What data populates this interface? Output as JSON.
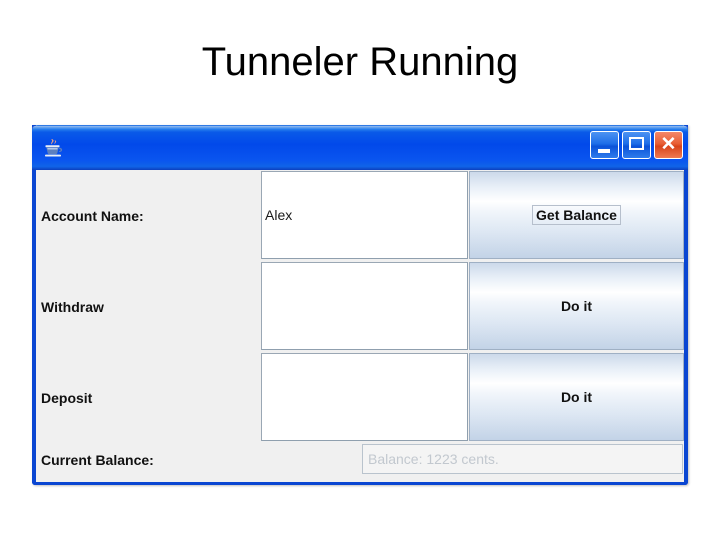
{
  "slide": {
    "title": "Tunneler Running"
  },
  "window": {
    "app_icon": "java-coffee-cup-icon",
    "title": "",
    "controls": [
      {
        "name": "minimize",
        "glyph": "minimize-icon"
      },
      {
        "name": "maximize",
        "glyph": "maximize-icon"
      },
      {
        "name": "close",
        "glyph": "close-icon",
        "label": "✕"
      }
    ],
    "colors": {
      "titlebar_blue": "#0249ea",
      "window_border": "#0a46d2",
      "panel_background": "#f0f0f0",
      "close_button": "#d8431a",
      "balance_text": "#c2c8cf"
    }
  },
  "form": {
    "rows": [
      {
        "label": "Account Name:",
        "field_value": "Alex",
        "field_placeholder": "",
        "button_label": "Get Balance",
        "button_focused": true
      },
      {
        "label": "Withdraw",
        "field_value": "",
        "field_placeholder": "",
        "button_label": "Do it",
        "button_focused": false
      },
      {
        "label": "Deposit",
        "field_value": "",
        "field_placeholder": "",
        "button_label": "Do it",
        "button_focused": false
      }
    ],
    "balance_row": {
      "label": "Current Balance:",
      "value": "Balance: 1223 cents."
    }
  }
}
